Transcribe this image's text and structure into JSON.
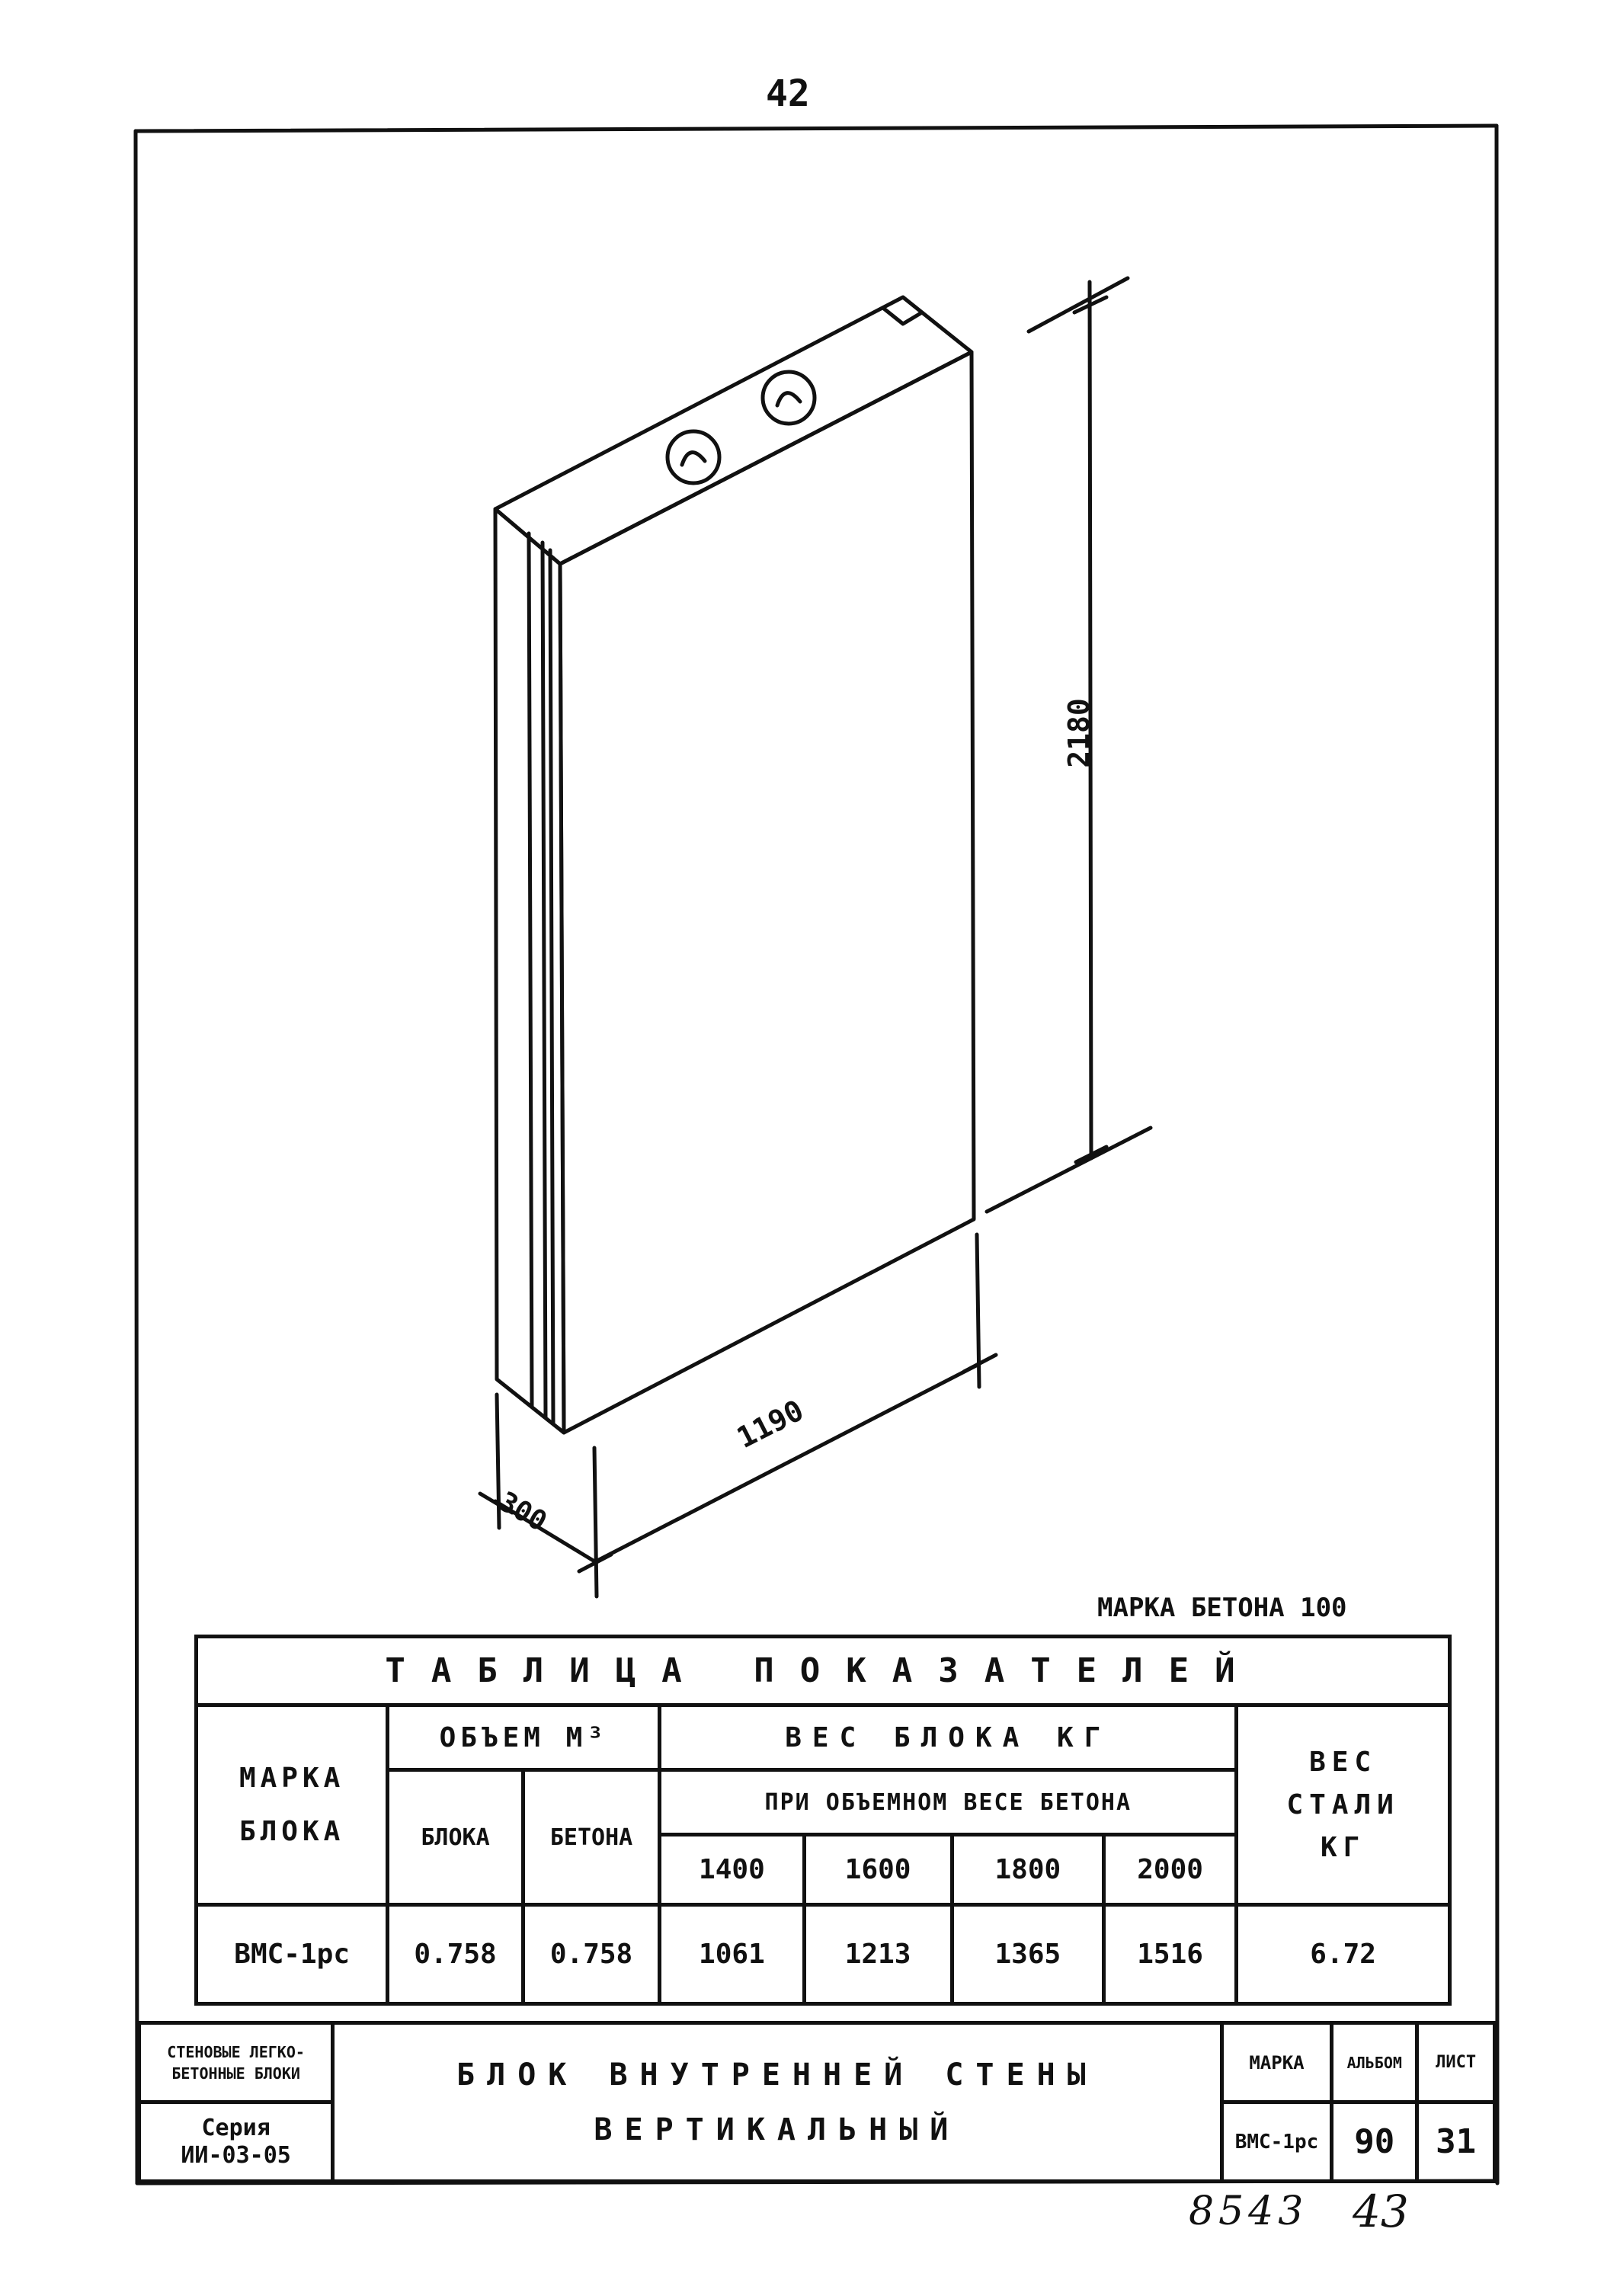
{
  "page_number": "42",
  "dimensions": {
    "height": "2180",
    "length": "1190",
    "thickness": "300"
  },
  "concrete_grade": "МАРКА БЕТОНА 100",
  "table": {
    "title": "ТАБЛИЦА ПОКАЗАТЕЛЕЙ",
    "col_mark": "МАРКА БЛОКА",
    "col_volume": "ОБЪЕМ М³",
    "col_volume_block": "БЛОКА",
    "col_volume_concrete": "БЕТОНА",
    "col_weight": "ВЕС БЛОКА КГ",
    "col_weight_sub": "ПРИ ОБЪЕМНОМ ВЕСЕ БЕТОНА",
    "densities": [
      "1400",
      "1600",
      "1800",
      "2000"
    ],
    "col_steel": "ВЕС СТАЛИ КГ",
    "rows": [
      {
        "mark": "ВМС-1рс",
        "vol_block": "0.758",
        "vol_concrete": "0.758",
        "weights": [
          "1061",
          "1213",
          "1365",
          "1516"
        ],
        "steel": "6.72"
      }
    ]
  },
  "title_block": {
    "group": "СТЕНОВЫЕ ЛЕГКО-БЕТОННЫЕ БЛОКИ",
    "series_label": "Серия",
    "series_value": "ИИ-03-05",
    "title_line1": "БЛОК ВНУТРЕННЕЙ СТЕНЫ",
    "title_line2": "ВЕРТИКАЛЬНЫЙ",
    "mark_label": "МАРКА",
    "album_label": "АЛЬБОМ",
    "sheet_label": "ЛИСТ",
    "mark_value": "ВМС-1рс",
    "album_value": "90",
    "sheet_value": "31"
  },
  "handwritten": {
    "left": "8543",
    "right": "43"
  }
}
